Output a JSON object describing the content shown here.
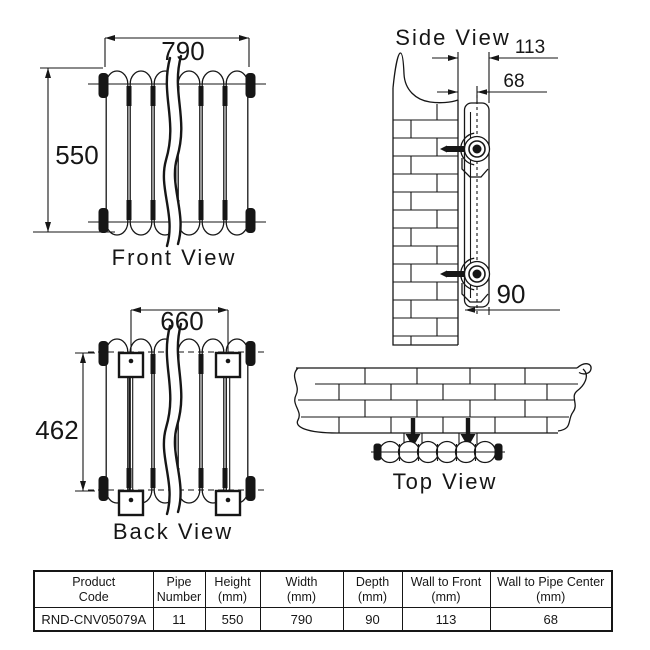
{
  "diagram": {
    "front_view": {
      "label": "Front View",
      "width_mm": "790",
      "height_mm": "550"
    },
    "side_view": {
      "label": "Side View",
      "wall_to_front_mm": "113",
      "wall_to_pipe_center_mm": "68",
      "depth_mm": "90"
    },
    "back_view": {
      "label": "Back View",
      "pipe_center_width_mm": "660",
      "bracket_height_mm": "462"
    },
    "top_view": {
      "label": "Top View"
    }
  },
  "table": {
    "headers": [
      {
        "line1": "Product",
        "line2": "Code"
      },
      {
        "line1": "Pipe",
        "line2": "Number"
      },
      {
        "line1": "Height",
        "line2": "(mm)"
      },
      {
        "line1": "Width",
        "line2": "(mm)"
      },
      {
        "line1": "Depth",
        "line2": "(mm)"
      },
      {
        "line1": "Wall to Front",
        "line2": "(mm)"
      },
      {
        "line1": "Wall to Pipe Center",
        "line2": "(mm)"
      }
    ],
    "row": {
      "product_code": "RND-CNV05079A",
      "pipe_number": "11",
      "height": "550",
      "width": "790",
      "depth": "90",
      "wall_to_front": "113",
      "wall_to_pipe_center": "68"
    }
  },
  "colors": {
    "ink": "#161616",
    "paper": "#ffffff"
  }
}
